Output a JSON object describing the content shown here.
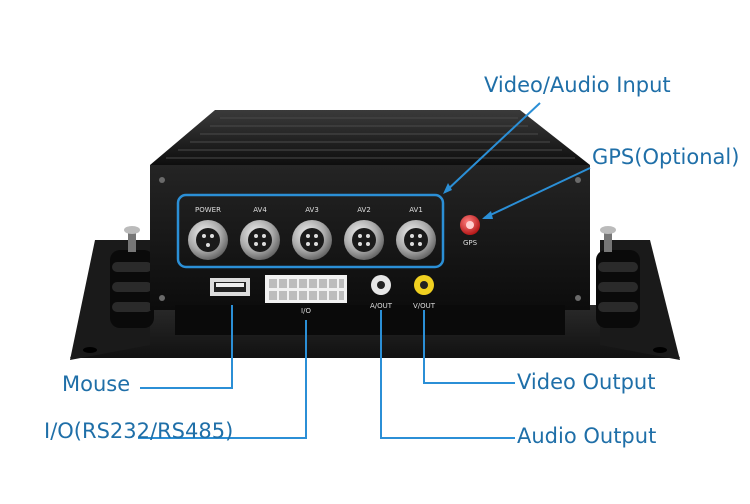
{
  "callouts": {
    "video_audio_input": "Video/Audio Input",
    "gps": "GPS(Optional)",
    "mouse": "Mouse",
    "io": "I/O(RS232/RS485)",
    "video_output": "Video Output",
    "audio_output": "Audio Output"
  },
  "panel_labels": {
    "power": "POWER",
    "av4": "AV4",
    "av3": "AV3",
    "av2": "AV2",
    "av1": "AV1",
    "gps": "GPS",
    "io": "I/O",
    "a_out": "A/OUT",
    "v_out": "V/OUT"
  },
  "colors": {
    "callout_blue": "#1f6fa8",
    "highlight_blue": "#2b8fd6",
    "device_black": "#151515",
    "connector_silver": "#c9c9c9",
    "gps_red": "#d42020",
    "rca_yellow": "#f0d020"
  }
}
